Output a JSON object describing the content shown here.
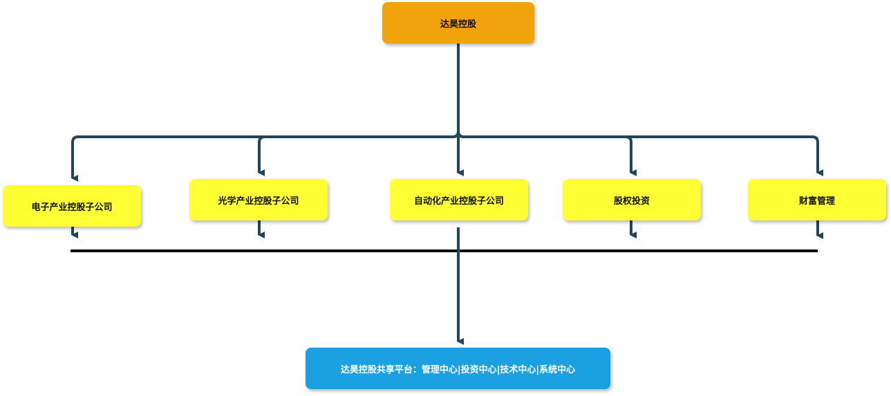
{
  "colors": {
    "root_fill": "#F0A30A",
    "child_fill": "#FFFF33",
    "platform_fill": "#1BA1E2",
    "connector": "#23445D",
    "bus_line": "#000000"
  },
  "root": {
    "label": "达昊控股"
  },
  "children": [
    {
      "label": "电子产业控股子公司"
    },
    {
      "label": "光学产业控股子公司"
    },
    {
      "label": "自动化产业控股子公司"
    },
    {
      "label": "股权投资"
    },
    {
      "label": "财富管理"
    }
  ],
  "platform": {
    "label": "达昊控股共享平台：管理中心|投资中心|技术中心|系统中心"
  }
}
